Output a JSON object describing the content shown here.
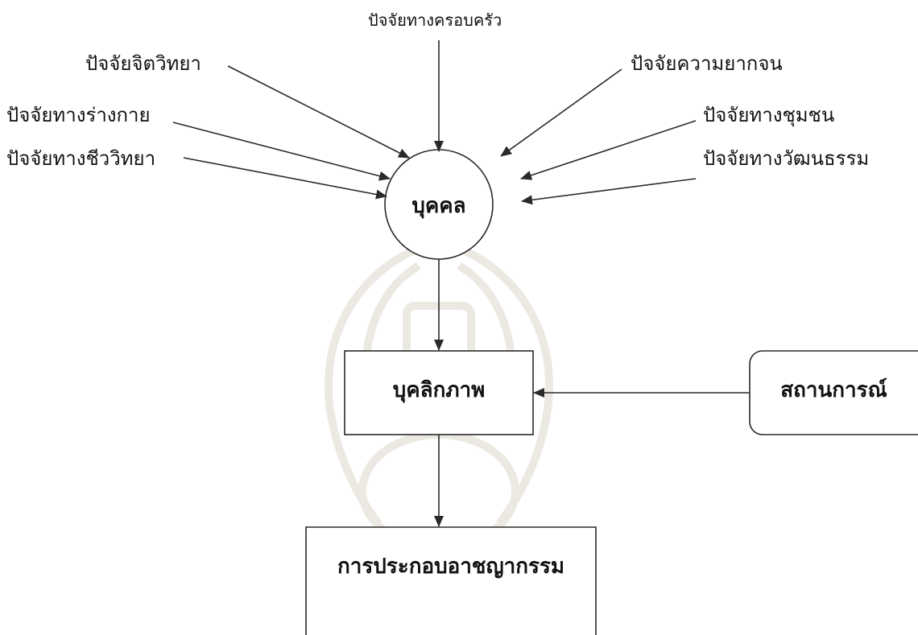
{
  "factors": {
    "family": "ปัจจัยทางครอบครัว",
    "psychology": "ปัจจัยจิตวิทยา",
    "physical": "ปัจจัยทางร่างกาย",
    "biology": "ปัจจัยทางชีววิทยา",
    "poverty": "ปัจจัยความยากจน",
    "community": "ปัจจัยทางชุมชน",
    "culture": "ปัจจัยทางวัฒนธรรม"
  },
  "nodes": {
    "person": "บุคคล",
    "personality": "บุคลิกภาพ",
    "situation": "สถานการณ์",
    "crime": "การประกอบอาชญากรรม"
  },
  "colors": {
    "line": "#2a2a2a",
    "text": "#111111",
    "watermark": "#e9e6e0"
  }
}
